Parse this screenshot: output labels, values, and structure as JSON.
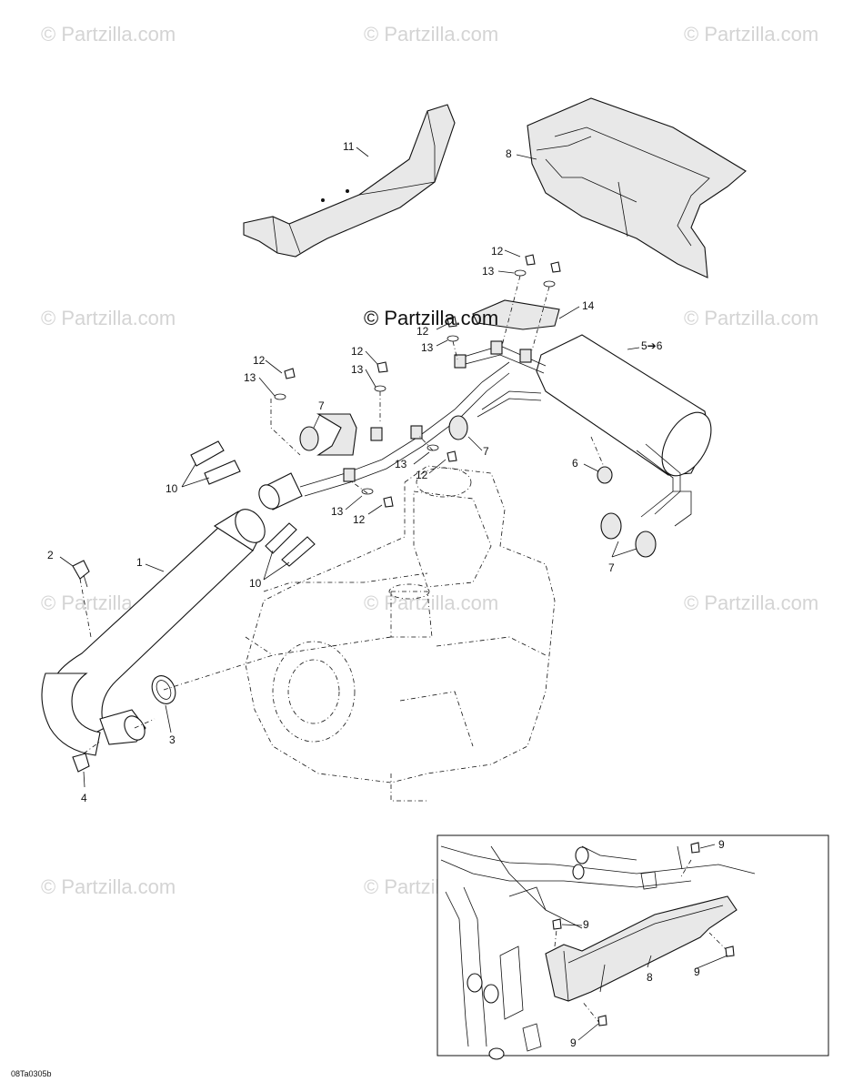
{
  "watermark": {
    "text": "© Partzilla.com",
    "center_text": "© Partzilla.com"
  },
  "drawing_code": "08Ta0305b",
  "callouts": {
    "c1": "1",
    "c2": "2",
    "c3": "3",
    "c4": "4",
    "c5": "5➔6",
    "c6": "6",
    "c7a": "7",
    "c7b": "7",
    "c7c": "7",
    "c8a": "8",
    "c8b": "8",
    "c9a": "9",
    "c9b": "9",
    "c9c": "9",
    "c9d": "9",
    "c10a": "10",
    "c10b": "10",
    "c11": "11",
    "c12a": "12",
    "c12b": "12",
    "c12c": "12",
    "c12d": "12",
    "c12e": "12",
    "c12f": "12",
    "c13a": "13",
    "c13b": "13",
    "c13c": "13",
    "c13d": "13",
    "c13e": "13",
    "c13f": "13",
    "c14": "14"
  }
}
